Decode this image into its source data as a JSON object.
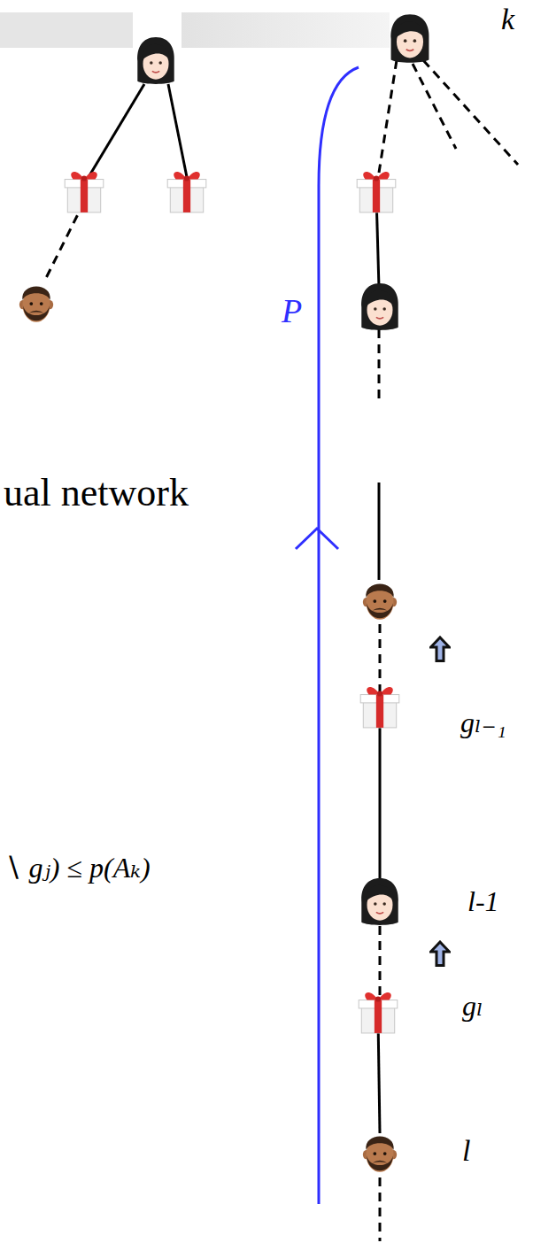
{
  "diagram": {
    "labels": [
      "k",
      "P",
      "ual network",
      "gₗ₋₁",
      "∖ gⱼ) ≤ p(Aₖ)",
      "l-1",
      "gₗ",
      "l"
    ]
  }
}
